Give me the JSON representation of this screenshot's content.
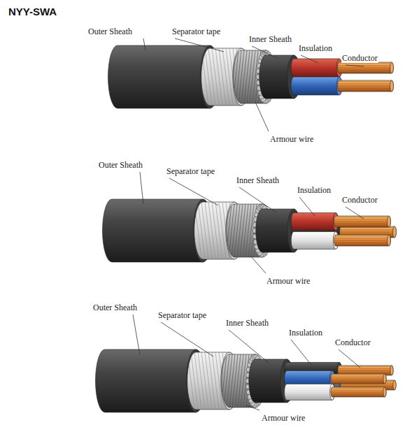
{
  "diagram": {
    "title": "NYY-SWA",
    "labels": [
      "Outer Sheath",
      "Separator tape",
      "Inner Sheath",
      "Insulation",
      "Conductor",
      "Armour wire",
      "Outer Sheath",
      "Separator tape",
      "Inner Sheath",
      "Insulation",
      "Conductor",
      "Armour wire",
      "Outer Sheath",
      "Separator tape",
      "Inner Sheath",
      "Insulation",
      "Conductor",
      "Armour wire"
    ]
  }
}
